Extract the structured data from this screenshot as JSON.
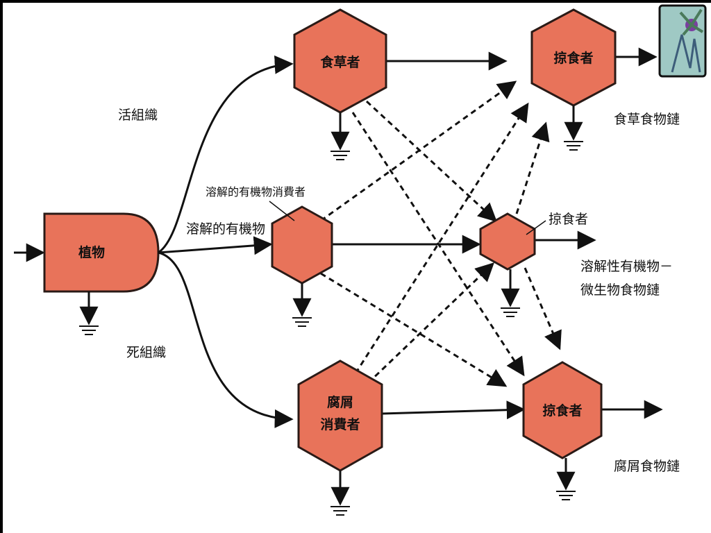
{
  "diagram": {
    "nodes": {
      "plant": "植物",
      "herbivore": "食草者",
      "predator_top": "掠食者",
      "dom_consumer": "",
      "predator_mid": "",
      "detritivore": [
        "腐屑",
        "消費者"
      ],
      "predator_bottom": "掠食者"
    },
    "edge_labels": {
      "live_tissue": "活組織",
      "dissolved_organic": "溶解的有機物",
      "dead_tissue": "死組織"
    },
    "callouts": {
      "dom_consumer": "溶解的有機物消費者",
      "predator_mid": "掠食者"
    },
    "chain_labels": {
      "grazing": "食草食物鏈",
      "dom_microbial": [
        "溶解性有機物－",
        "微生物食物鏈"
      ],
      "detritus": "腐屑食物鏈"
    }
  },
  "colors": {
    "background": "#000000",
    "slide": "#ffffff",
    "node_fill": "#e8735a",
    "node_stroke": "#2a1a16",
    "line": "#111111",
    "icon_bg": "#9fc9c4",
    "icon_bow": "#7a3fa0"
  },
  "icon": "ribbon-bookmark-icon"
}
